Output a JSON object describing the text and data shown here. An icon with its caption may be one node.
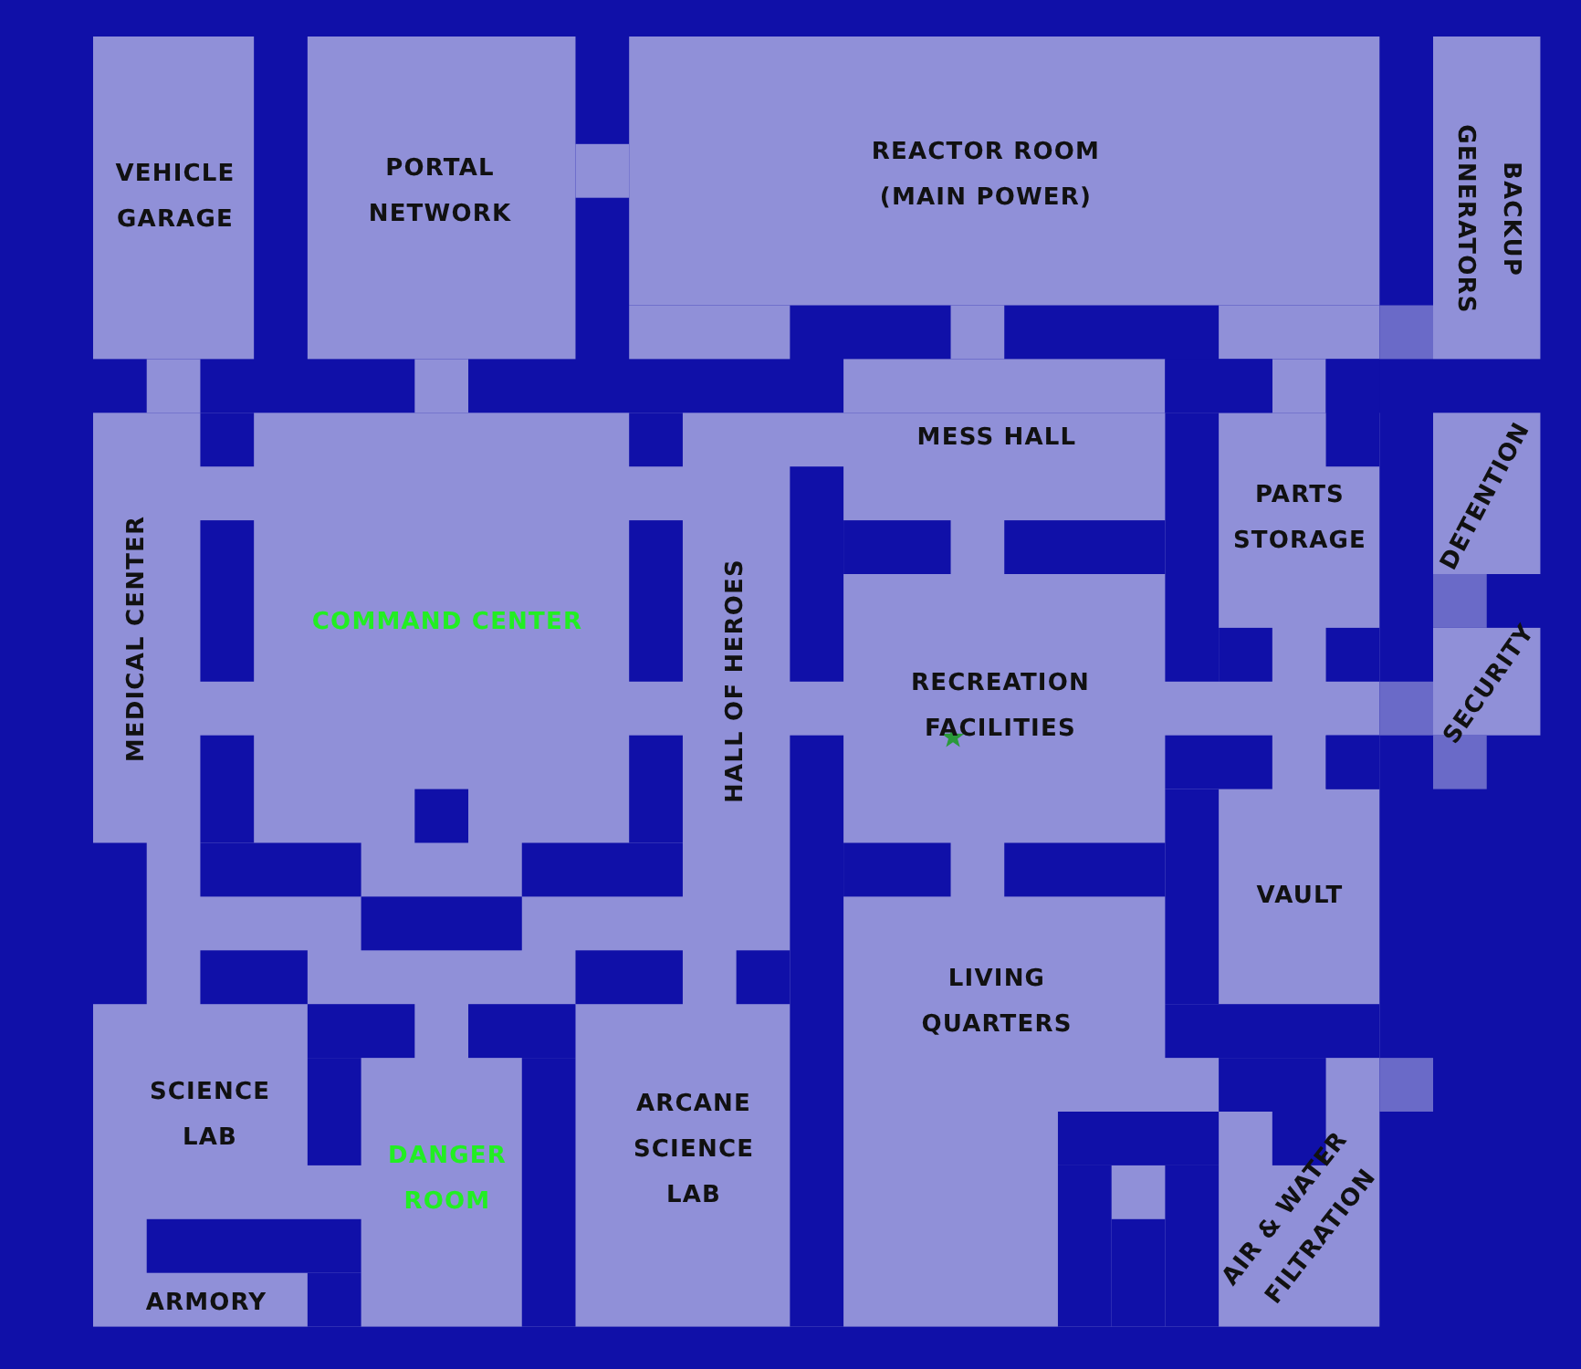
{
  "diagram": {
    "labels": [
      "VEHICLE GARAGE",
      "PORTAL NETWORK",
      "REACTOR ROOM (MAIN POWER)",
      "BACKUP GENERATORS",
      "MESS HALL",
      "PARTS STORAGE",
      "DETENTION",
      "MEDICAL CENTER",
      "COMMAND CENTER",
      "HALL OF HEROES",
      "RECREATION FACILITIES",
      "SECURITY",
      "VAULT",
      "LIVING QUARTERS",
      "SCIENCE LAB",
      "DANGER ROOM",
      "ARCANE SCIENCE LAB",
      "AIR & WATER FILTRATION",
      "ARMORY"
    ]
  }
}
